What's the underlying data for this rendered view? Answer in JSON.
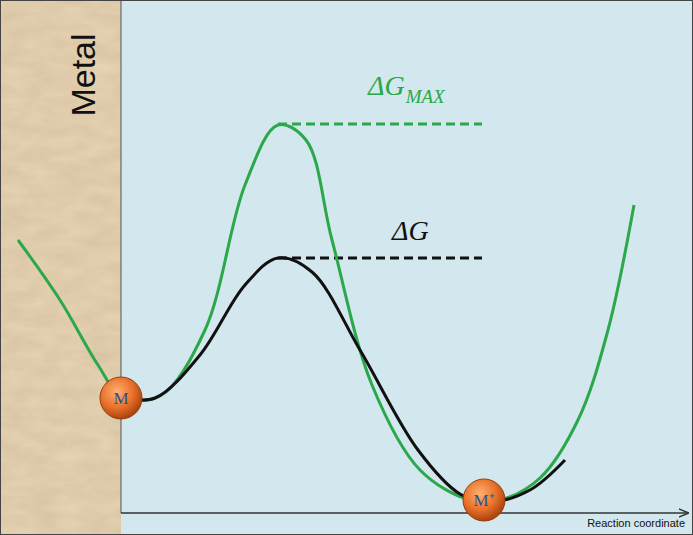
{
  "diagram": {
    "nodes": [
      {
        "text": [
          "M"
        ]
      },
      {
        "text": [
          "M⁺"
        ]
      }
    ],
    "labels": [
      "Metal",
      "ΔG",
      "MAX",
      "ΔG",
      "Reaction coordinate"
    ]
  }
}
